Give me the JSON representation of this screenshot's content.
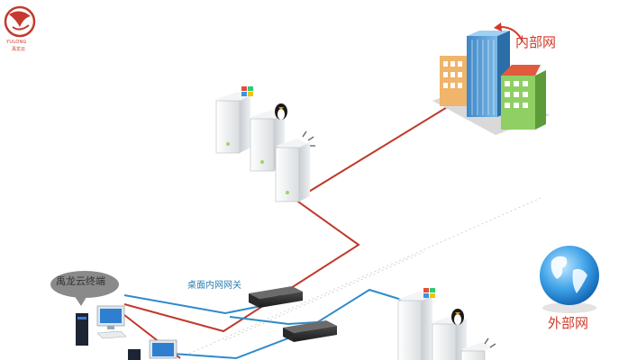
{
  "labels": {
    "internal_network": "内部网",
    "external_network": "外部网",
    "gateway": "桌面内网网关",
    "terminal": "禹龙云终端"
  },
  "logo": {
    "tagline": "YULONG",
    "sub": "禹龙云"
  },
  "colors": {
    "internal_line": "#c0392b",
    "external_line": "#2e8bc9",
    "label_red": "#d13a2a",
    "label_blue": "#2d7fb6"
  },
  "icons": [
    "logo-icon",
    "server-icon",
    "linux-penguin-icon",
    "windows-flag-icon",
    "building-icon",
    "globe-icon",
    "gateway-device-icon",
    "desktop-terminal-icon",
    "speech-bubble-icon",
    "curved-arrow-icon"
  ]
}
